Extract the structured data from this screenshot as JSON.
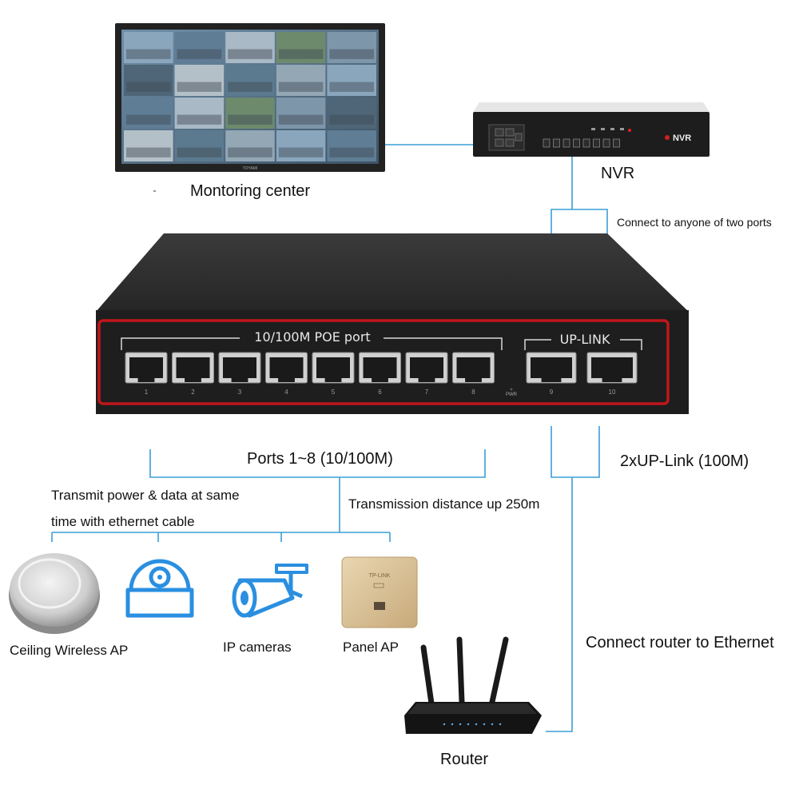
{
  "labels": {
    "monitoring_center": "Montoring center",
    "nvr": "NVR",
    "connect_two_ports": "Connect to anyone of two ports",
    "ports_1_8": "Ports 1~8 (10/100M)",
    "uplink_2x": "2xUP-Link (100M)",
    "transmit_line1": "Transmit power & data at same",
    "transmit_line2": "time with ethernet cable",
    "transmission_distance": "Transmission distance up 250m",
    "ceiling_ap": "Ceiling Wireless AP",
    "ip_cameras": "IP cameras",
    "panel_ap": "Panel AP",
    "connect_router": "Connect router to Ethernet",
    "router": "Router"
  },
  "switch": {
    "poe_label": "10/100M POE port",
    "uplink_label": "UP-LINK",
    "pwr_label": "PWR",
    "port_numbers": [
      "1",
      "2",
      "3",
      "4",
      "5",
      "6",
      "7",
      "8"
    ],
    "uplink_numbers": [
      "9",
      "10"
    ]
  },
  "devices": {
    "monitor_brand": "TOYAMI",
    "nvr_brand": "NVR",
    "panel_brand": "TP-LINK"
  },
  "colors": {
    "line": "#3a9fd6",
    "camera_blue": "#2a8fe0",
    "switch_red": "#c0161b",
    "switch_body": "#1e1e1e"
  }
}
